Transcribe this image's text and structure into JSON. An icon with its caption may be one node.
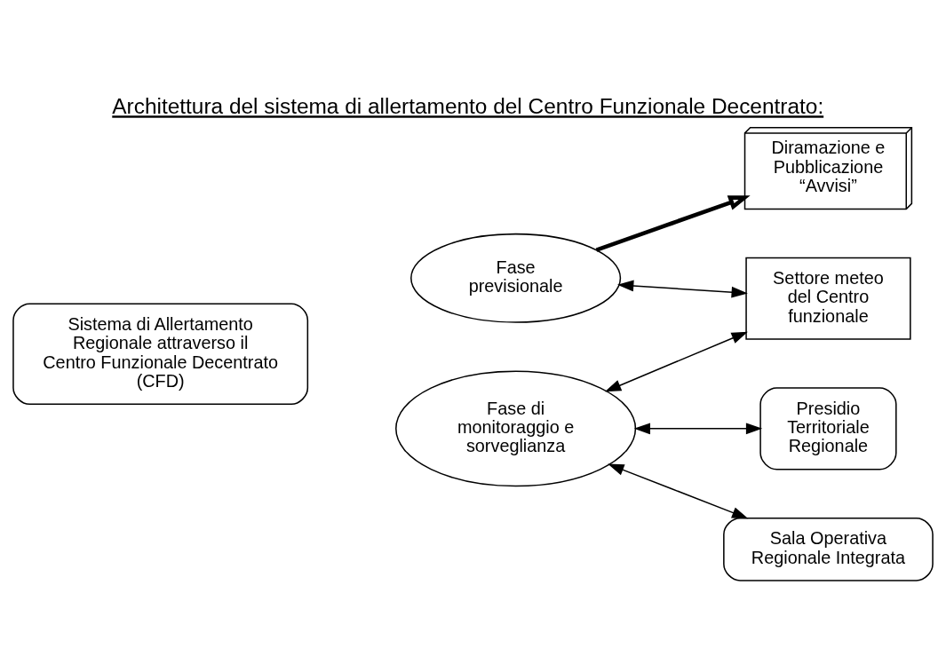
{
  "diagram": {
    "title": "Architettura del sistema di allertamento del Centro Funzionale Decentrato:",
    "nodes": [
      {
        "text": [
          "Sistema di Allertamento Regionale attraverso il Centro Funzionale Decentrato (CFD)"
        ]
      },
      {
        "text": [
          "Fase previsionale"
        ]
      },
      {
        "text": [
          "Fase di monitoraggio e sorveglianza"
        ]
      },
      {
        "text": [
          "Diramazione e Pubblicazione “Avvisi”"
        ]
      },
      {
        "text": [
          "Settore meteo del Centro funzionale"
        ]
      },
      {
        "text": [
          "Presidio Territoriale Regionale"
        ]
      },
      {
        "text": [
          "Sala Operativa Regionale Integrata"
        ]
      }
    ],
    "edges": [
      {
        "from": 1,
        "to": 3,
        "arrow": "to",
        "style": "thick"
      },
      {
        "from": 1,
        "to": 4,
        "arrow": "both"
      },
      {
        "from": 2,
        "to": 4,
        "arrow": "both"
      },
      {
        "from": 2,
        "to": 5,
        "arrow": "both"
      },
      {
        "from": 2,
        "to": 6,
        "arrow": "both"
      }
    ]
  }
}
